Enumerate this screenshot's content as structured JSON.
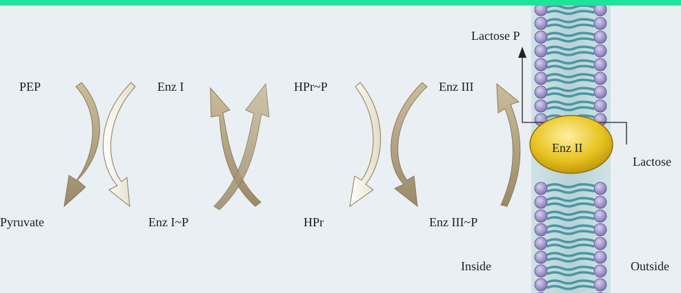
{
  "labels": {
    "pep": "PEP",
    "pyruvate": "Pyruvate",
    "enz_i": "Enz I",
    "enz_i_p": "Enz I~P",
    "hpr_p": "HPr~P",
    "hpr": "HPr",
    "enz_iii": "Enz III",
    "enz_iii_p": "Enz III~P",
    "lactose_p": "Lactose P",
    "enz_ii": "Enz II",
    "lactose": "Lactose",
    "inside": "Inside",
    "outside": "Outside"
  },
  "colors": {
    "top_bar": "#1fe39a",
    "background": "#e9eff2",
    "arrow_dark": "#a8987a",
    "arrow_light": "#efeadb",
    "membrane_head": "#9a8cc4",
    "membrane_tail": "#5fa9b5",
    "enzyme_fill": "#e8c320"
  }
}
